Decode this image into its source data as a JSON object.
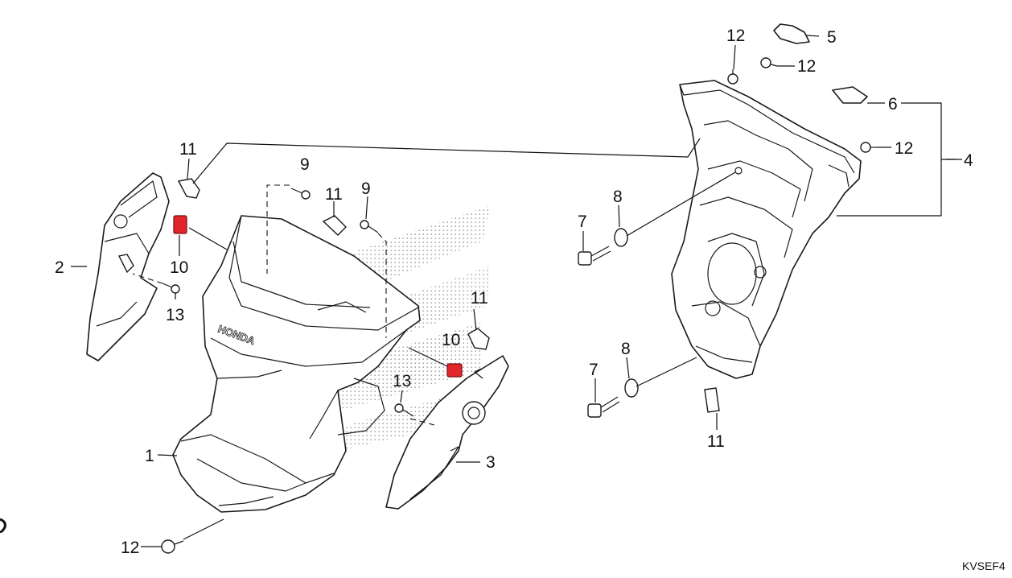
{
  "diagram": {
    "drawing_code": "KVSEF4",
    "callouts": {
      "c1": "1",
      "c2": "2",
      "c3": "3",
      "c4": "4",
      "c5": "5",
      "c6": "6",
      "c7a": "7",
      "c7b": "7",
      "c8a": "8",
      "c8b": "8",
      "c9a": "9",
      "c9b": "9",
      "c10a": "10",
      "c10b": "10",
      "c11a": "11",
      "c11b": "11",
      "c11c": "11",
      "c11d": "11",
      "c12a": "12",
      "c12b": "12",
      "c12c": "12",
      "c12d": "12",
      "c13a": "13",
      "c13b": "13"
    },
    "brand_mark": "HONDA",
    "highlight_color": "#e0262b",
    "line_color": "#111111"
  }
}
